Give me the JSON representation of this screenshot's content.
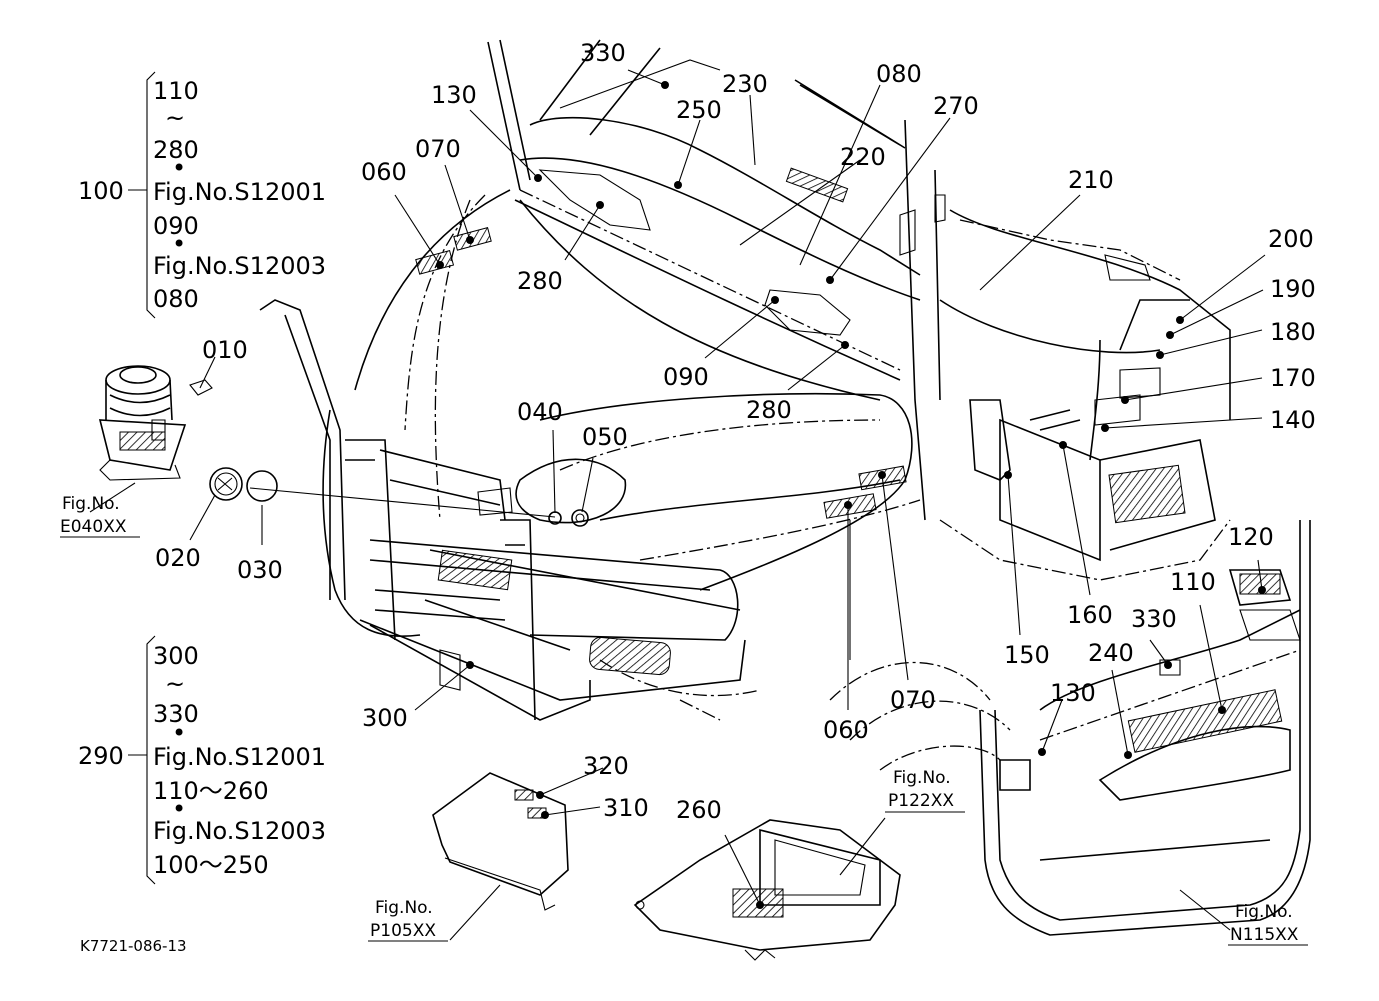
{
  "diagram": {
    "code": "K7721-086-13",
    "labels": {
      "l330a": "330",
      "l250": "250",
      "l230": "230",
      "l080": "080",
      "l270": "270",
      "l130a": "130",
      "l220": "220",
      "l070a": "070",
      "l060a": "060",
      "l210": "210",
      "l280a": "280",
      "l200": "200",
      "l190": "190",
      "l180": "180",
      "l170": "170",
      "l140": "140",
      "l090": "090",
      "l280b": "280",
      "l010": "010",
      "l040": "040",
      "l050": "050",
      "l020": "020",
      "l030": "030",
      "l060b": "060",
      "l070b": "070",
      "l150": "150",
      "l160": "160",
      "l120": "120",
      "l110": "110",
      "l330b": "330",
      "l240": "240",
      "l130b": "130",
      "l300": "300",
      "l320": "320",
      "l310": "310",
      "l260": "260",
      "l100": "100",
      "l290": "290"
    },
    "group_100": [
      "110",
      "~",
      "280",
      "•",
      "Fig.No.S12001",
      "090",
      "•",
      "Fig.No.S12003",
      "080"
    ],
    "group_290": [
      "300",
      "~",
      "330",
      "•",
      "Fig.No.S12001",
      "110～260",
      "•",
      "Fig.No.S12003",
      "100～250"
    ],
    "fig_refs": {
      "e040_a": "Fig.No.",
      "e040_b": "E040XX",
      "p105_a": "Fig.No.",
      "p105_b": "P105XX",
      "p122_a": "Fig.No.",
      "p122_b": "P122XX",
      "n115_a": "Fig.No.",
      "n115_b": "N115XX"
    }
  }
}
